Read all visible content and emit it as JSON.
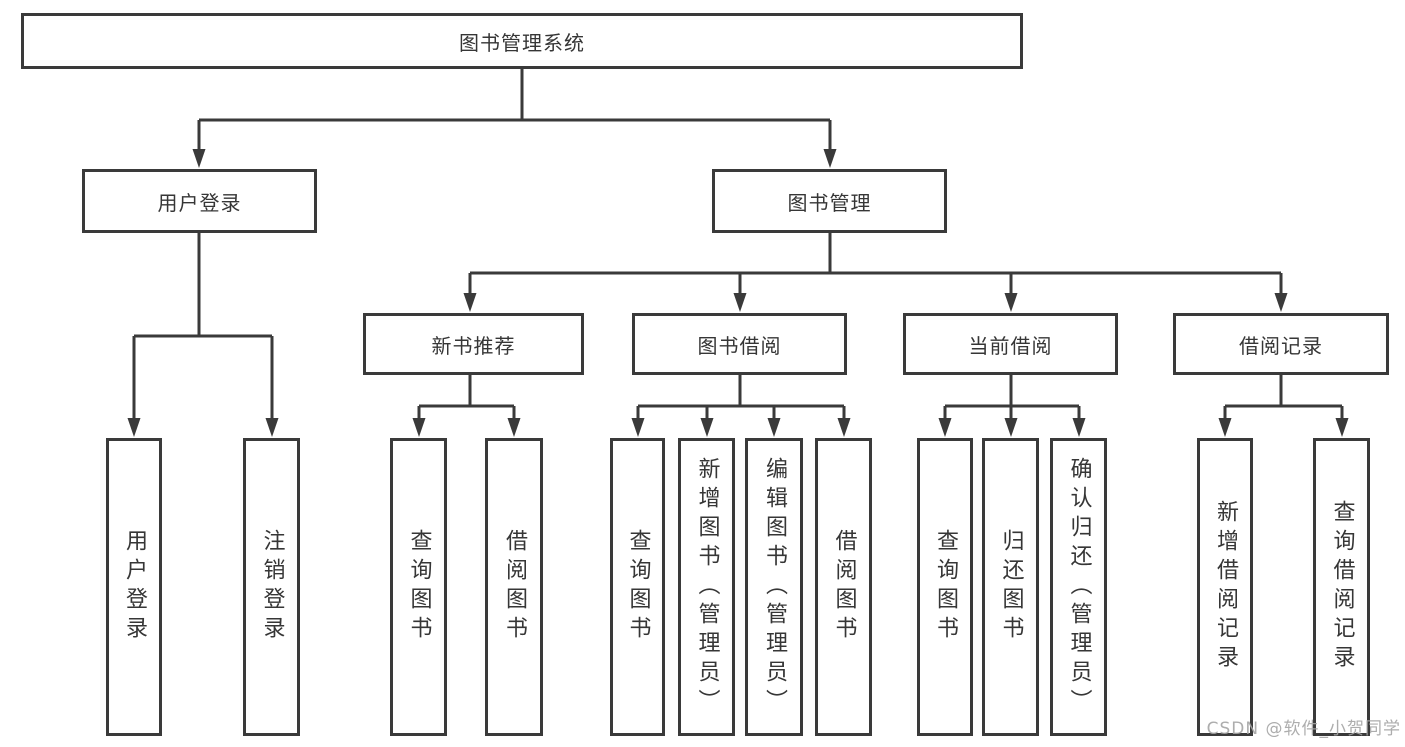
{
  "diagram": {
    "root_label": "图书管理系统",
    "nodes": {
      "user_login": "用户登录",
      "book_management": "图书管理",
      "new_book_recommendation": "新书推荐",
      "book_borrowing": "图书借阅",
      "current_borrowing": "当前借阅",
      "borrowing_records": "借阅记录"
    },
    "leaves": {
      "user_login": [
        "用户登录",
        "注销登录"
      ],
      "new_book_recommendation": [
        "查询图书",
        "借阅图书"
      ],
      "book_borrowing": [
        "查询图书",
        "新增图书（管理员）",
        "编辑图书（管理员）",
        "借阅图书"
      ],
      "current_borrowing": [
        "查询图书",
        "归还图书",
        "确认归还（管理员）"
      ],
      "borrowing_records": [
        "新增借阅记录",
        "查询借阅记录"
      ]
    },
    "watermark": "CSDN @软件_小贺同学",
    "colors": {
      "line": "#3a3a3a",
      "text": "#363636",
      "watermark": "#a5a5a5",
      "background": "#ffffff"
    }
  }
}
